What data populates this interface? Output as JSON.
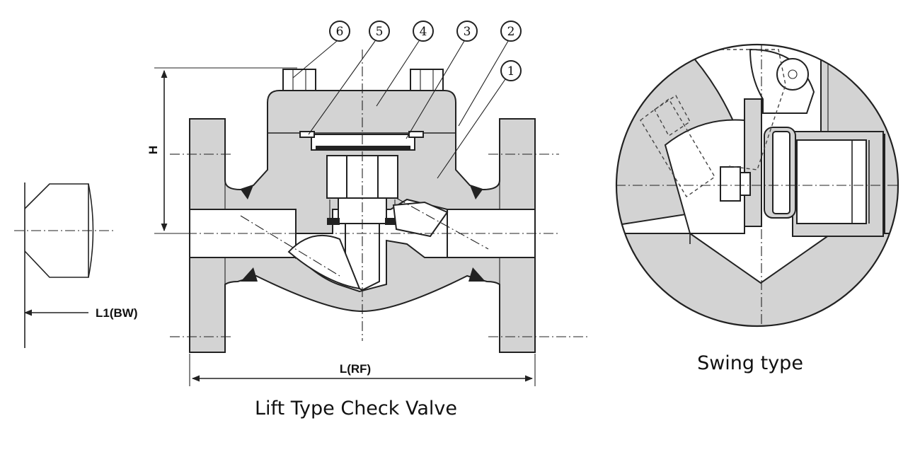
{
  "diagram": {
    "caption_main": "Lift Type Check Valve",
    "caption_detail": "Swing type",
    "dim_height": "H",
    "dim_length_rf": "L(RF)",
    "dim_length_bw": "L1(BW)",
    "part_numbers": [
      "6",
      "5",
      "4",
      "3",
      "2",
      "1"
    ]
  },
  "colors": {
    "body_fill": "#d3d3d3",
    "stroke": "#222222",
    "background": "#ffffff"
  }
}
